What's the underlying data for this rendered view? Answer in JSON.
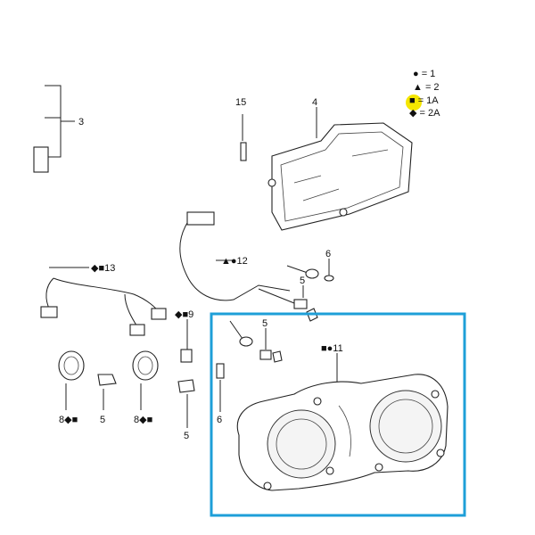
{
  "legend": {
    "items": [
      "● = 1",
      "▲ = 2",
      "■ = 1A",
      "◆ = 2A"
    ],
    "highlight_color": "#f5e600"
  },
  "selection_box": {
    "color": "#1e9fd8"
  },
  "callouts": {
    "c3": "3",
    "c4": "4",
    "c15": "15",
    "c12": "▲●12",
    "c13": "◆■13",
    "c6a": "6",
    "c5a": "5",
    "c5b": "5",
    "c9": "◆■9",
    "c11": "■●11",
    "c6b": "6",
    "c8a": "8◆■",
    "c5c": "5",
    "c8b": "8◆■",
    "c5d": "5"
  }
}
